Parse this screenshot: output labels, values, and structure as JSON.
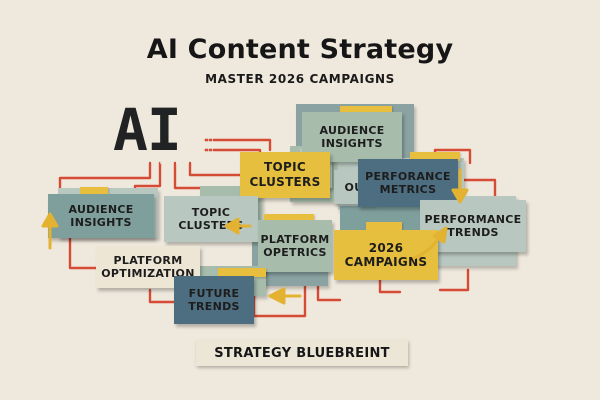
{
  "header": {
    "title": "AI Content Strategy",
    "subtitle": "MASTER 2026 CAMPAIGNS"
  },
  "logo": {
    "text": "AI"
  },
  "colors": {
    "background": "#efe9dd",
    "line_red": "#d54b36",
    "tab_yellow": "#e7be3d",
    "arrow_yellow": "#e3b231",
    "card_teal": "#7f9f9d",
    "card_slate": "#4d6e80",
    "card_sage": "#a7bcab",
    "card_grey": "#b9c7c1",
    "card_yellow": "#e5bf3d",
    "card_cream": "#ede6d4"
  },
  "cards": [
    {
      "id": "audience-top",
      "text": "AUDIENCE\nINSIGHTS"
    },
    {
      "id": "topic-clusters-top",
      "text": "TOPIC\nCLUSTERS"
    },
    {
      "id": "performance-metrics",
      "text": "PERFORANCE\nMETRICS"
    },
    {
      "id": "audience-left",
      "text": "AUDIENCE\nINSIGHTS"
    },
    {
      "id": "topic-clusters-mid",
      "text": "TOPIC\nCLUSTERS"
    },
    {
      "id": "platform-opetrics",
      "text": "PLATFORM\nOPETRICS"
    },
    {
      "id": "campaigns-2026",
      "text": "2026\nCAMPAIGNS"
    },
    {
      "id": "performance-trends",
      "text": "PERFORMANCE\nTRENDS"
    },
    {
      "id": "platform-optimization",
      "text": "PLATFORM\nOPTIMIZATION"
    },
    {
      "id": "future-trends",
      "text": "FUTURE\nTRENDS"
    }
  ],
  "partial_labels": {
    "left_fragment": "O",
    "right_fragment": "OU"
  },
  "footer": {
    "text": "STRATEGY BLUEBREINT"
  }
}
